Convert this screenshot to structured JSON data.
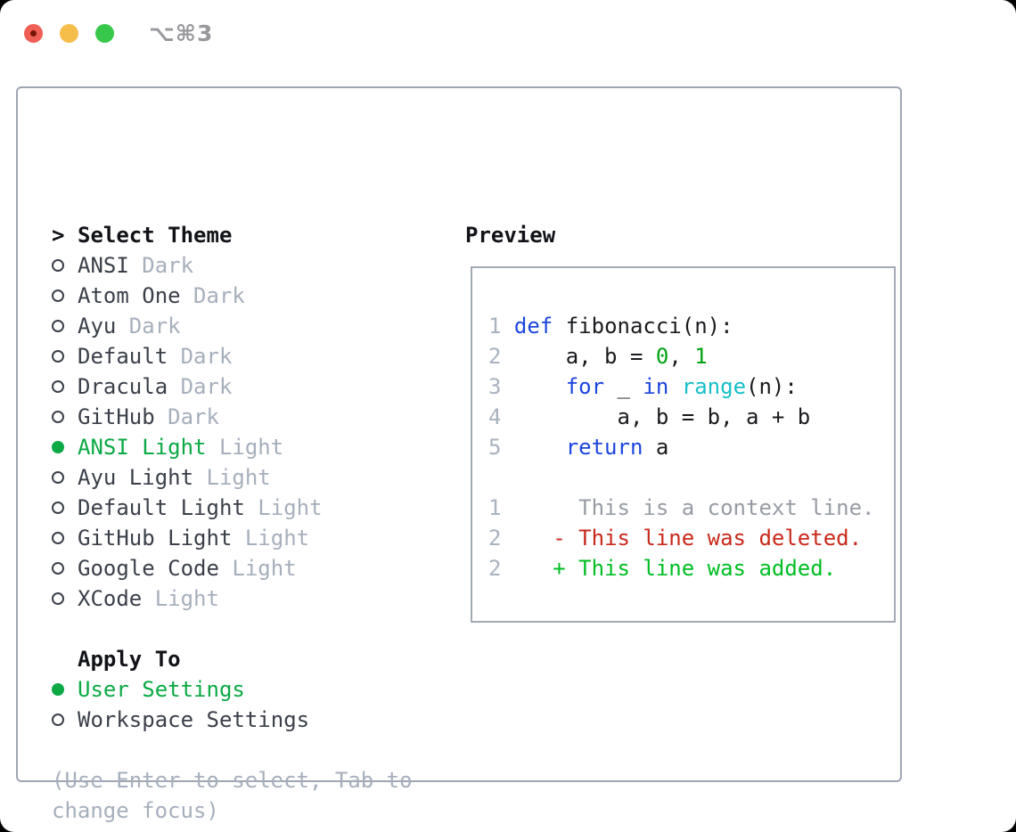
{
  "window": {
    "title": "⌥⌘3"
  },
  "titlebar": {
    "buttons": [
      {
        "name": "close-button",
        "color": "#f05f55",
        "has_unsaved_dot": true
      },
      {
        "name": "minimize-button",
        "color": "#f5be4b",
        "has_unsaved_dot": false
      },
      {
        "name": "zoom-button",
        "color": "#37c84b",
        "has_unsaved_dot": false
      }
    ]
  },
  "theme_picker": {
    "header_prefix": ">",
    "header": "Select Theme",
    "items": [
      {
        "name": "ANSI",
        "variant": "Dark",
        "selected": false
      },
      {
        "name": "Atom One",
        "variant": "Dark",
        "selected": false
      },
      {
        "name": "Ayu",
        "variant": "Dark",
        "selected": false
      },
      {
        "name": "Default",
        "variant": "Dark",
        "selected": false
      },
      {
        "name": "Dracula",
        "variant": "Dark",
        "selected": false
      },
      {
        "name": "GitHub",
        "variant": "Dark",
        "selected": false
      },
      {
        "name": "ANSI Light",
        "variant": "Light",
        "selected": true
      },
      {
        "name": "Ayu Light",
        "variant": "Light",
        "selected": false
      },
      {
        "name": "Default Light",
        "variant": "Light",
        "selected": false
      },
      {
        "name": "GitHub Light",
        "variant": "Light",
        "selected": false
      },
      {
        "name": "Google Code",
        "variant": "Light",
        "selected": false
      },
      {
        "name": "XCode",
        "variant": "Light",
        "selected": false
      }
    ]
  },
  "apply_to": {
    "header": "Apply To",
    "options": [
      {
        "label": "User Settings",
        "selected": true
      },
      {
        "label": "Workspace Settings",
        "selected": false
      }
    ]
  },
  "help_lines": [
    "(Use Enter to select, Tab to",
    "change focus)"
  ],
  "preview": {
    "header": "Preview",
    "lines": [
      {
        "name": "code-line-1",
        "segments": [
          {
            "t": "1 ",
            "c": "ln"
          },
          {
            "t": "def",
            "c": "kw"
          },
          {
            "t": " fibonacci(n):",
            "c": "plain"
          }
        ]
      },
      {
        "name": "code-line-2",
        "segments": [
          {
            "t": "2 ",
            "c": "ln"
          },
          {
            "t": "    a, b = ",
            "c": "plain"
          },
          {
            "t": "0",
            "c": "num"
          },
          {
            "t": ", ",
            "c": "plain"
          },
          {
            "t": "1",
            "c": "num"
          }
        ]
      },
      {
        "name": "code-line-3",
        "segments": [
          {
            "t": "3 ",
            "c": "ln"
          },
          {
            "t": "    ",
            "c": "plain"
          },
          {
            "t": "for",
            "c": "kw"
          },
          {
            "t": " _ ",
            "c": "plain"
          },
          {
            "t": "in",
            "c": "kw"
          },
          {
            "t": " ",
            "c": "plain"
          },
          {
            "t": "range",
            "c": "fn"
          },
          {
            "t": "(n):",
            "c": "plain"
          }
        ]
      },
      {
        "name": "code-line-4",
        "segments": [
          {
            "t": "4 ",
            "c": "ln"
          },
          {
            "t": "        a, b = b, a + b",
            "c": "plain"
          }
        ]
      },
      {
        "name": "code-line-5",
        "segments": [
          {
            "t": "5 ",
            "c": "ln"
          },
          {
            "t": "    ",
            "c": "plain"
          },
          {
            "t": "return",
            "c": "kw"
          },
          {
            "t": " a",
            "c": "plain"
          }
        ]
      },
      {
        "name": "blank-line",
        "segments": []
      },
      {
        "name": "diff-line-context",
        "segments": [
          {
            "t": "1 ",
            "c": "ln"
          },
          {
            "t": "     This is a context line.",
            "c": "ctx"
          }
        ]
      },
      {
        "name": "diff-line-deleted",
        "segments": [
          {
            "t": "2 ",
            "c": "ln"
          },
          {
            "t": "   ",
            "c": "plain"
          },
          {
            "t": "- This line was deleted.",
            "c": "del"
          }
        ]
      },
      {
        "name": "diff-line-added",
        "segments": [
          {
            "t": "2 ",
            "c": "ln"
          },
          {
            "t": "   ",
            "c": "plain"
          },
          {
            "t": "+ This line was added.",
            "c": "add"
          }
        ]
      }
    ]
  },
  "colors": {
    "accent_green": "#0ca945",
    "keyword_blue": "#1c45dd",
    "function_cyan": "#17bfc9",
    "literal_green": "#00a313",
    "added_green": "#00be23",
    "deleted_red": "#c8291b",
    "muted_gray": "#a6afbc",
    "line_number_gray": "#a9b2bf",
    "context_gray": "#979ca4",
    "text_dark": "#3a3f49",
    "heading_black": "#111318",
    "border_gray": "#9ea6b2",
    "traffic_red": "#f05f55",
    "traffic_yellow": "#f5be4b",
    "traffic_green": "#37c84b",
    "title_gray": "#97979c",
    "window_bg": "#ffffff",
    "page_bg": "#000000"
  }
}
